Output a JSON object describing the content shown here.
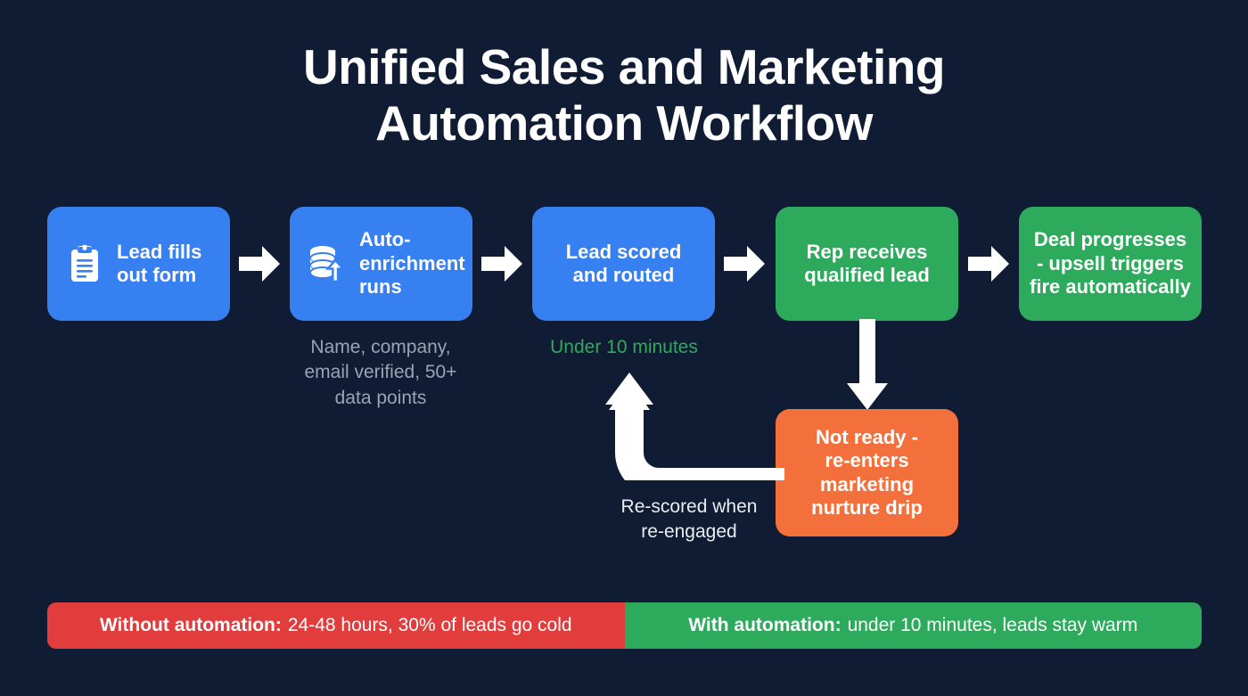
{
  "title": "Unified Sales and Marketing\nAutomation Workflow",
  "title_line1": "Unified Sales and Marketing",
  "title_line2": "Automation Workflow",
  "colors": {
    "background": "#101c33",
    "blue": "#3680f2",
    "green": "#2daa5c",
    "orange": "#f3703c",
    "red": "#e23d3d",
    "arrow": "#ffffff",
    "caption_muted": "#9aa3b4",
    "caption_green": "#2faa5c",
    "caption_white": "#e9ecf2"
  },
  "nodes": [
    {
      "id": "lead-fills-out-form",
      "label": "Lead fills\nout form",
      "label_line1": "Lead fills",
      "label_line2": "out form",
      "color": "blue",
      "icon": "clipboard-icon"
    },
    {
      "id": "auto-enrichment-runs",
      "label": "Auto-\nenrichment\nruns",
      "label_line1": "Auto-",
      "label_line2": "enrichment",
      "label_line3": "runs",
      "color": "blue",
      "icon": "database-upload-icon",
      "caption": "Name, company,\nemail verified, 50+\ndata points"
    },
    {
      "id": "lead-scored-and-routed",
      "label": "Lead scored\nand routed",
      "label_line1": "Lead scored",
      "label_line2": "and routed",
      "color": "blue",
      "caption": "Under 10 minutes"
    },
    {
      "id": "rep-receives-qualified-lead",
      "label": "Rep receives\nqualified lead",
      "label_line1": "Rep receives",
      "label_line2": "qualified lead",
      "color": "green"
    },
    {
      "id": "deal-progresses",
      "label": "Deal progresses\n- upsell triggers\nfire automatically",
      "label_line1": "Deal progresses",
      "label_line2": "- upsell triggers",
      "label_line3": "fire automatically",
      "color": "green"
    },
    {
      "id": "not-ready-nurture-drip",
      "label": "Not ready -\nre-enters\nmarketing\nnurture drip",
      "label_line1": "Not ready -",
      "label_line2": "re-enters",
      "label_line3": "marketing",
      "label_line4": "nurture drip",
      "color": "orange"
    }
  ],
  "captions": {
    "enrichment": "Name, company,\nemail verified, 50+\ndata points",
    "enrichment_line1": "Name, company,",
    "enrichment_line2": "email verified, 50+",
    "enrichment_line3": "data points",
    "scored": "Under 10 minutes",
    "loop": "Re-scored when\nre-engaged",
    "loop_line1": "Re-scored when",
    "loop_line2": "re-engaged"
  },
  "comparison": {
    "without": {
      "strong": "Without automation:",
      "text": "24-48 hours, 30% of leads go cold"
    },
    "with": {
      "strong": "With automation:",
      "text": "under 10 minutes, leads stay warm"
    }
  }
}
